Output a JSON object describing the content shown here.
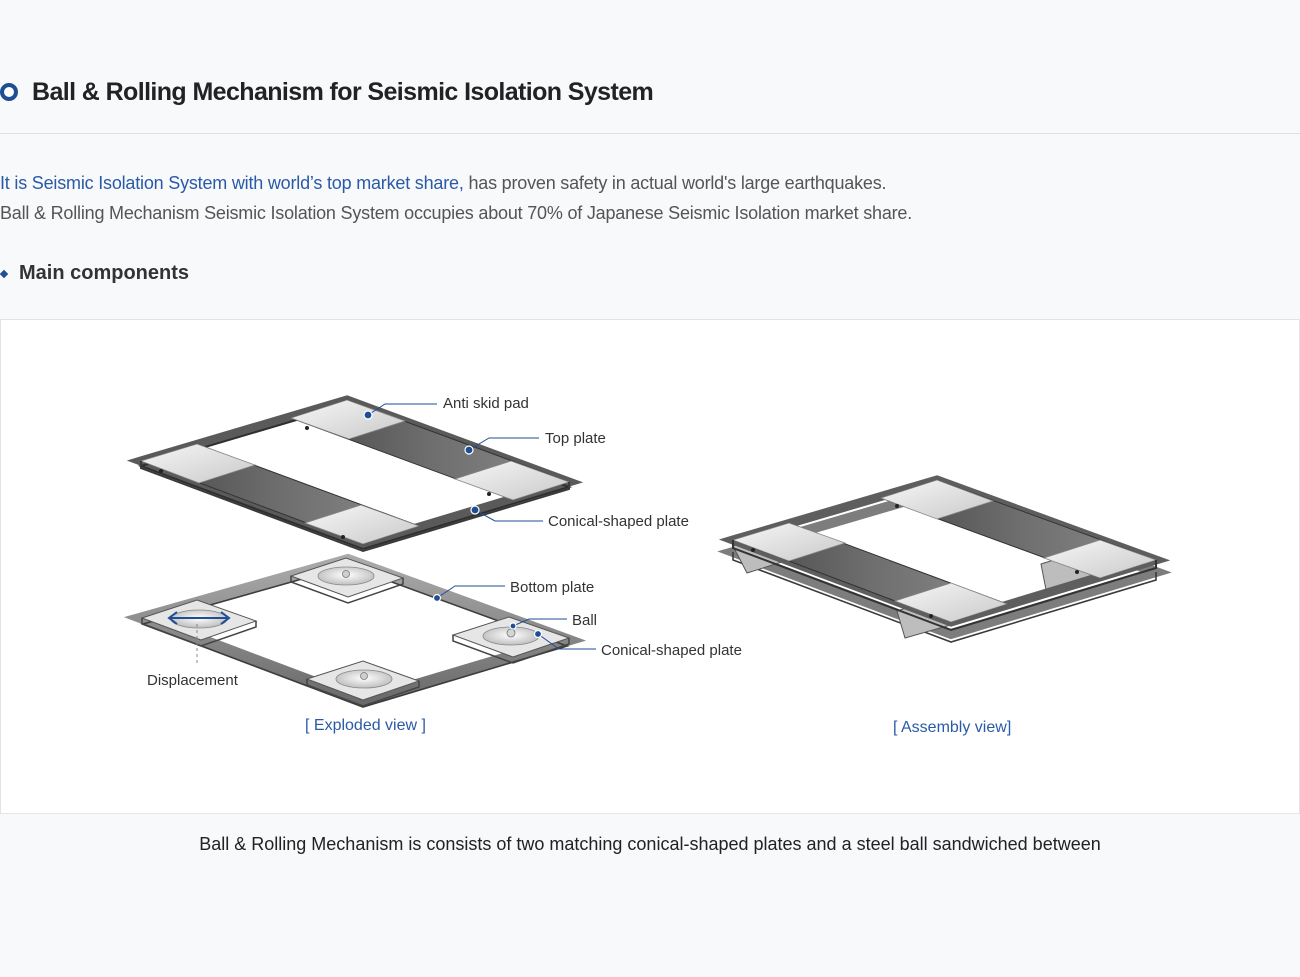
{
  "section": {
    "title": "Ball & Rolling Mechanism for Seismic Isolation System"
  },
  "intro": {
    "highlight": "It is Seismic Isolation System with world’s top market share,",
    "line1_rest": " has proven safety in actual world's large earthquakes.",
    "line2": "Ball & Rolling Mechanism Seismic Isolation System occupies about 70% of Japanese Seismic Isolation market share."
  },
  "subsection": {
    "title": "Main components"
  },
  "figure": {
    "labels": {
      "anti_skid_pad": "Anti skid pad",
      "top_plate": "Top plate",
      "conical_plate_upper": "Conical-shaped plate",
      "bottom_plate": "Bottom plate",
      "ball": "Ball",
      "conical_plate_lower": "Conical-shaped plate",
      "displacement": "Displacement"
    },
    "exploded_caption": "[ Exploded view ]",
    "assembly_caption": "[ Assembly view]",
    "colors": {
      "accent": "#1f4e95",
      "caption": "#2a5aa7"
    }
  },
  "caption": "Ball & Rolling Mechanism is consists of two matching conical-shaped plates and a steel ball sandwiched between"
}
